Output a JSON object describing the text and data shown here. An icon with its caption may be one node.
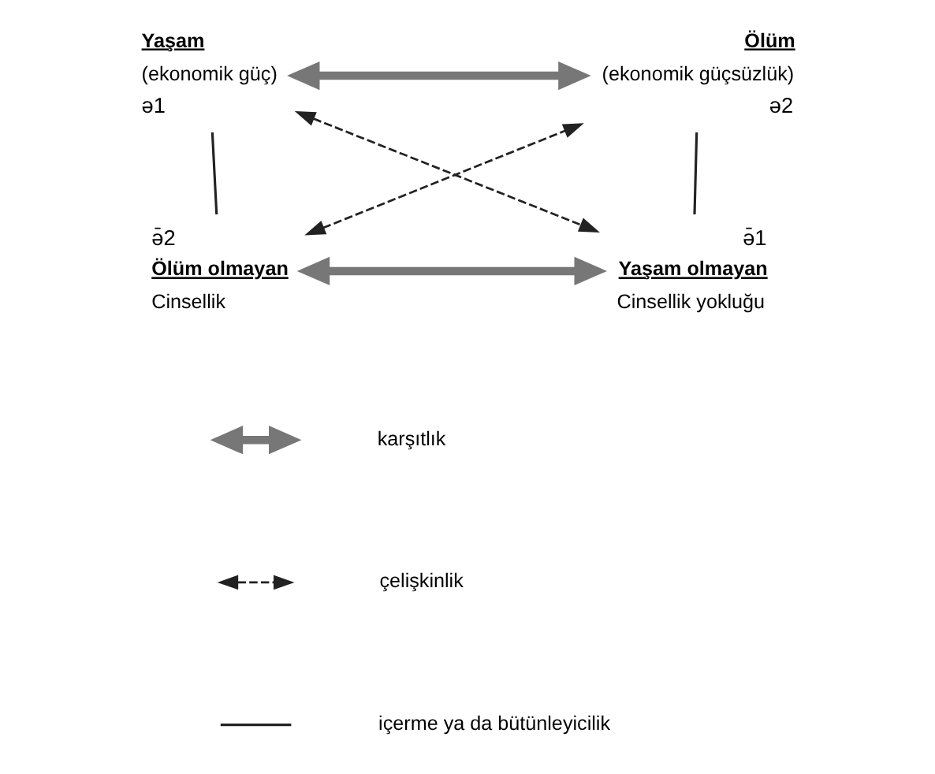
{
  "diagram": {
    "nodes": [
      {
        "text": [
          "ə1"
        ],
        "beside": [
          "Yaşam",
          "(ekonomik güç)"
        ]
      },
      {
        "text": [
          "ə2"
        ],
        "beside": [
          "Ölüm",
          "(ekonomik güçsüzlük)"
        ]
      },
      {
        "text": [
          "ə̄2"
        ],
        "beside": [
          "Ölüm olmayan",
          "Cinsellik"
        ]
      },
      {
        "text": [
          "ə̄1"
        ],
        "beside": [
          "Yaşam olmayan",
          "Cinsellik yokluğu"
        ]
      }
    ],
    "edges": [
      {
        "from": 0,
        "to": 1,
        "arrow": "both",
        "style": "thick",
        "color": "#777777"
      },
      {
        "from": 0,
        "to": 3,
        "arrow": "both",
        "style": "dashed"
      },
      {
        "from": 2,
        "to": 1,
        "arrow": "both",
        "style": "dashed"
      },
      {
        "from": 0,
        "to": 2,
        "arrow": "none"
      },
      {
        "from": 1,
        "to": 3,
        "arrow": "none"
      },
      {
        "from": 2,
        "to": 3,
        "arrow": "both",
        "style": "thick",
        "color": "#777777"
      }
    ],
    "legend": [
      {
        "text": "karşıtlık"
      },
      {
        "text": "çelişkinlik"
      },
      {
        "text": "içerme ya da bütünleyicilik"
      }
    ]
  }
}
